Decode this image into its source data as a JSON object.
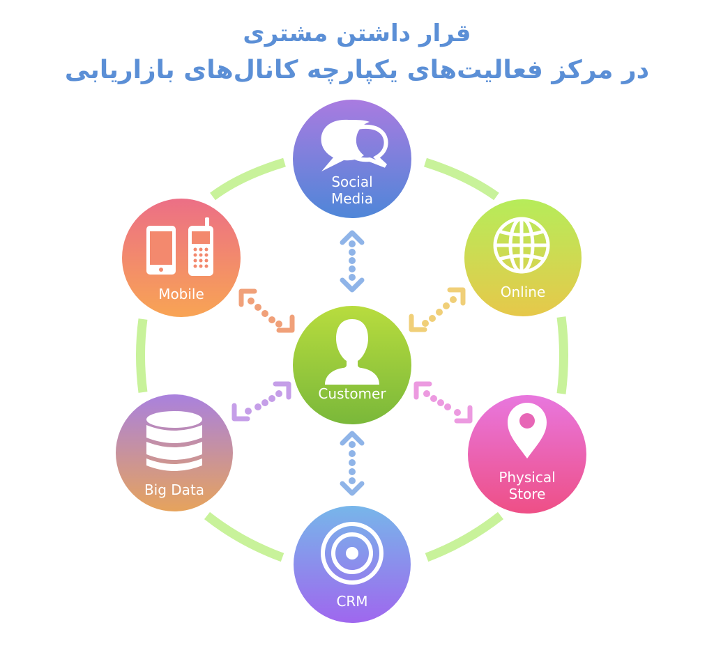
{
  "title": {
    "line1": "قرار داشتن مشتری",
    "line2": "در مرکز فعالیت‌های یکپارچه کانال‌های بازاریابی"
  },
  "center": {
    "label": "Customer",
    "icon": "user-icon"
  },
  "nodes": [
    {
      "id": "social",
      "lines": [
        "Social",
        "Media"
      ],
      "icon": "chat-bubbles-icon"
    },
    {
      "id": "online",
      "lines": [
        "Online"
      ],
      "icon": "globe-icon"
    },
    {
      "id": "store",
      "lines": [
        "Physical",
        "Store"
      ],
      "icon": "map-pin-icon"
    },
    {
      "id": "crm",
      "lines": [
        "CRM"
      ],
      "icon": "target-icon"
    },
    {
      "id": "bigdata",
      "lines": [
        "Big Data"
      ],
      "icon": "database-icon"
    },
    {
      "id": "mobile",
      "lines": [
        "Mobile"
      ],
      "icon": "phones-icon"
    }
  ],
  "colors": {
    "title": "#5b8fd6",
    "ring": "#c8f29a",
    "social": [
      "#a97be0",
      "#4f86d8"
    ],
    "online": [
      "#b6ec5a",
      "#e6c84a"
    ],
    "store": [
      "#e877de",
      "#ee4f86"
    ],
    "crm": [
      "#77b6ea",
      "#9f67ee"
    ],
    "bigdata": [
      "#a981de",
      "#e6a35c"
    ],
    "mobile": [
      "#ec6f86",
      "#f8a454"
    ],
    "customer": [
      "#b8dc3e",
      "#7ab83a"
    ]
  }
}
